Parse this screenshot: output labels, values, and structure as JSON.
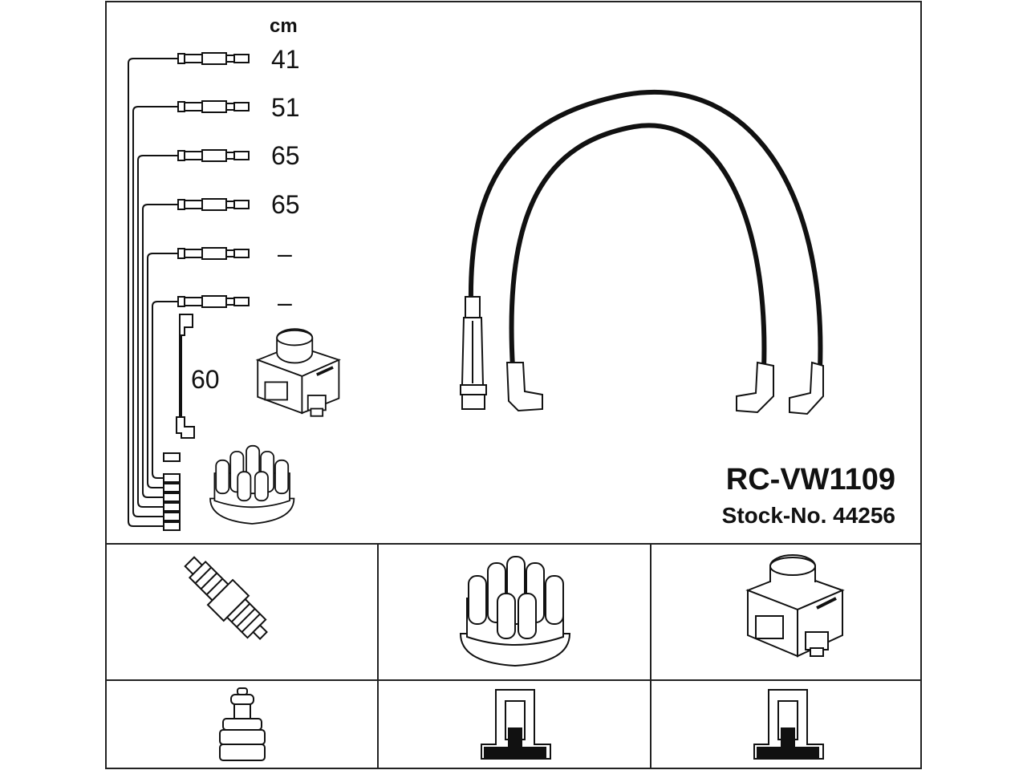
{
  "unit_label": "cm",
  "lengths": [
    "41",
    "51",
    "65",
    "65",
    "–",
    "–"
  ],
  "coil_lead_length": "60",
  "product_code": "RC-VW1109",
  "stock_label": "Stock-No. 44256",
  "components": [
    {
      "name": "spark-plug-icon"
    },
    {
      "name": "distributor-cap-icon"
    },
    {
      "name": "ignition-coil-icon"
    }
  ],
  "connectors": [
    {
      "name": "spark-plug-terminal-icon"
    },
    {
      "name": "distributor-terminal-icon"
    },
    {
      "name": "coil-terminal-icon"
    }
  ]
}
